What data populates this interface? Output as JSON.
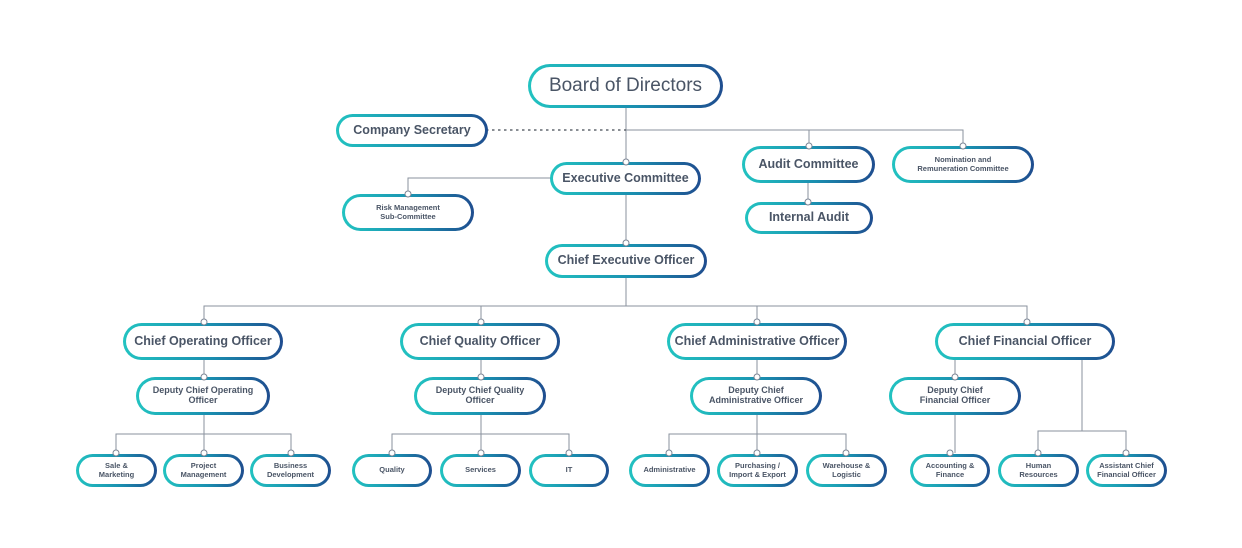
{
  "board": "Board of Directors",
  "company_secretary": "Company Secretary",
  "audit_committee": "Audit Committee",
  "nomination_committee": "Nomination and\nRemuneration Committee",
  "executive_committee": "Executive Committee",
  "risk_committee": "Risk Management\nSub-Committee",
  "internal_audit": "Internal Audit",
  "ceo": "Chief Executive Officer",
  "coo": "Chief Operating Officer",
  "cqo": "Chief Quality Officer",
  "cao": "Chief Administrative Officer",
  "cfo": "Chief Financial Officer",
  "deputy_coo": "Deputy Chief Operating\nOfficer",
  "deputy_cqo": "Deputy Chief Quality\nOfficer",
  "deputy_cao": "Deputy Chief\nAdministrative Officer",
  "deputy_cfo": "Deputy Chief\nFinancial Officer",
  "sale_marketing": "Sale &\nMarketing",
  "project_management": "Project\nManagement",
  "business_development": "Business\nDevelopment",
  "quality": "Quality",
  "services": "Services",
  "it": "IT",
  "administrative": "Administrative",
  "purchasing": "Purchasing /\nImport & Export",
  "warehouse": "Warehouse &\nLogistic",
  "accounting": "Accounting &\nFinance",
  "human_resources": "Human\nResources",
  "assistant_cfo": "Assistant Chief\nFinancial Officer"
}
